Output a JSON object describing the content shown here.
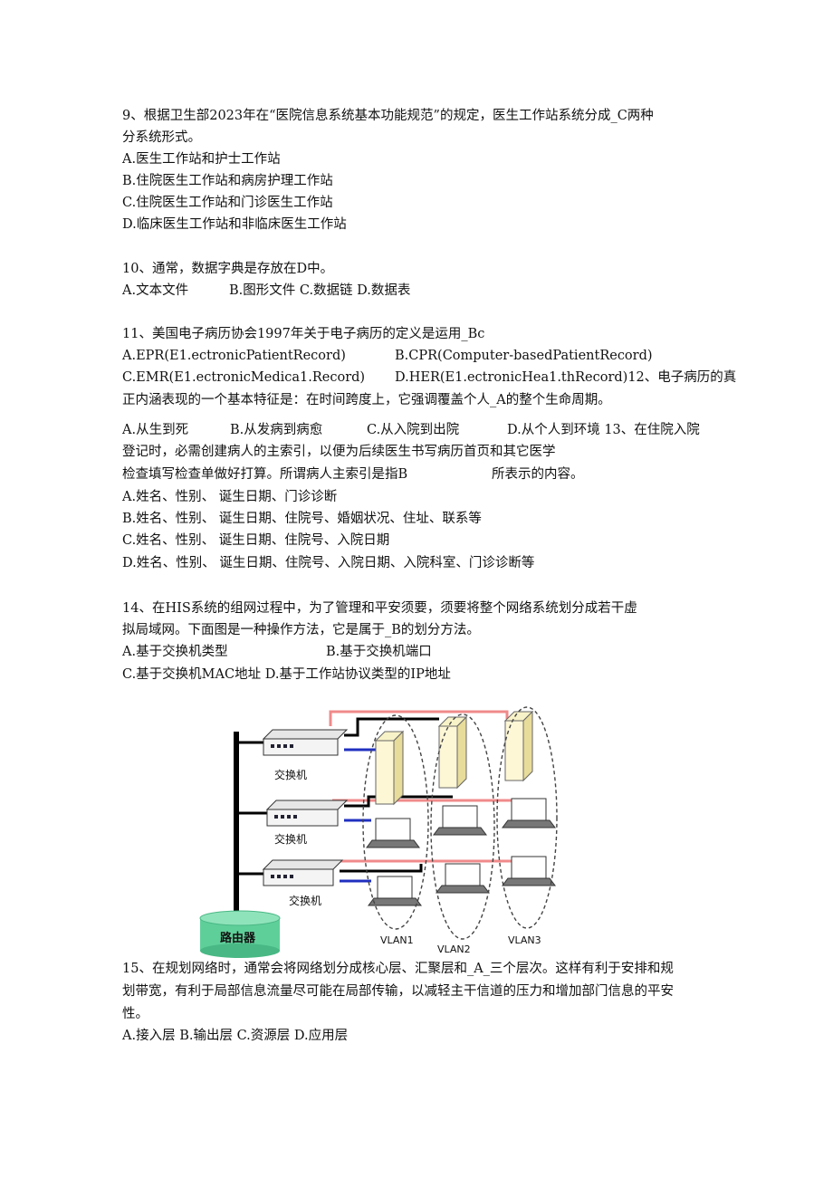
{
  "q9": {
    "line1": "9、根据卫生部2023年在“医院信息系统基本功能规范”的规定，医生工作站系统分成_C两种",
    "line2": "分系统形式。",
    "options": [
      "A.医生工作站和护士工作站",
      "B.住院医生工作站和病房护理工作站",
      "C.住院医生工作站和门诊医生工作站",
      "D.临床医生工作站和非临床医生工作站"
    ]
  },
  "q10": {
    "stem": "10、通常，数据字典是存放在D中。",
    "opt_a": "A.文本文件",
    "opt_rest": "B.图形文件 C.数据链 D.数据表"
  },
  "q11": {
    "stem": "11、美国电子病历协会1997年关于电子病历的定义是运用_Bc",
    "opt_a": "A.EPR(E1.ectronicPatientRecord)",
    "opt_b": "B.CPR(Computer-basedPatientRecord)",
    "opt_c": "C.EMR(E1.ectronicMedica1.Record)",
    "opt_d": "D.HER(E1.ectronicHea1.thRecord)12、电子病历的真"
  },
  "q12": {
    "line2": "正内涵表现的一个基本特征是：在时间跨度上，它强调覆盖个人_A的整个生命周期。",
    "opt_a": "A.从生到死",
    "opt_b": "B.从发病到病愈",
    "opt_c": "C.从入院到出院",
    "opt_d": "D.从个人到环境 13、在住院入院"
  },
  "q13": {
    "line2": "登记时，必需创建病人的主索引，以便为后续医生书写病历首页和其它医学",
    "line3_a": "检查填写检查单做好打算。所谓病人主索引是指B",
    "line3_b": "所表示的内容。",
    "options": [
      "A.姓名、性别、 诞生日期、门诊诊断",
      "B.姓名、性别、 诞生日期、住院号、婚姻状况、住址、联系等",
      "C.姓名、性别、 诞生日期、住院号、入院日期",
      "D.姓名、性别、 诞生日期、住院号、入院日期、入院科室、门诊诊断等"
    ]
  },
  "q14": {
    "line1": "14、在HIS系统的组网过程中，为了管理和平安须要，须要将整个网络系统划分成若干虚",
    "line2": "拟局域网。下面图是一种操作方法，它是属于_B的划分方法。",
    "opt_a": "A.基于交换机类型",
    "opt_b": "B.基于交换机端口",
    "opt_cd": "C.基于交换机MAC地址 D.基于工作站协议类型的IP地址"
  },
  "figure": {
    "switch_label": "交换机",
    "router_label": "路由器",
    "vlans": [
      "VLAN1",
      "VLAN2",
      "VLAN3"
    ]
  },
  "q15": {
    "line1": "15、在规划网络时，通常会将网络划分成核心层、汇聚层和_A_三个层次。这样有利于安排和规",
    "line2": "划带宽，有利于局部信息流量尽可能在局部传输，以减轻主干信道的压力和增加部门信息的平安",
    "line3": "性。",
    "options": "A.接入层 B.输出层 C.资源层 D.应用层"
  },
  "colors": {
    "link_red": "#f08a8a",
    "link_blue": "#2030c0",
    "router_green": "#5fcf9a"
  }
}
